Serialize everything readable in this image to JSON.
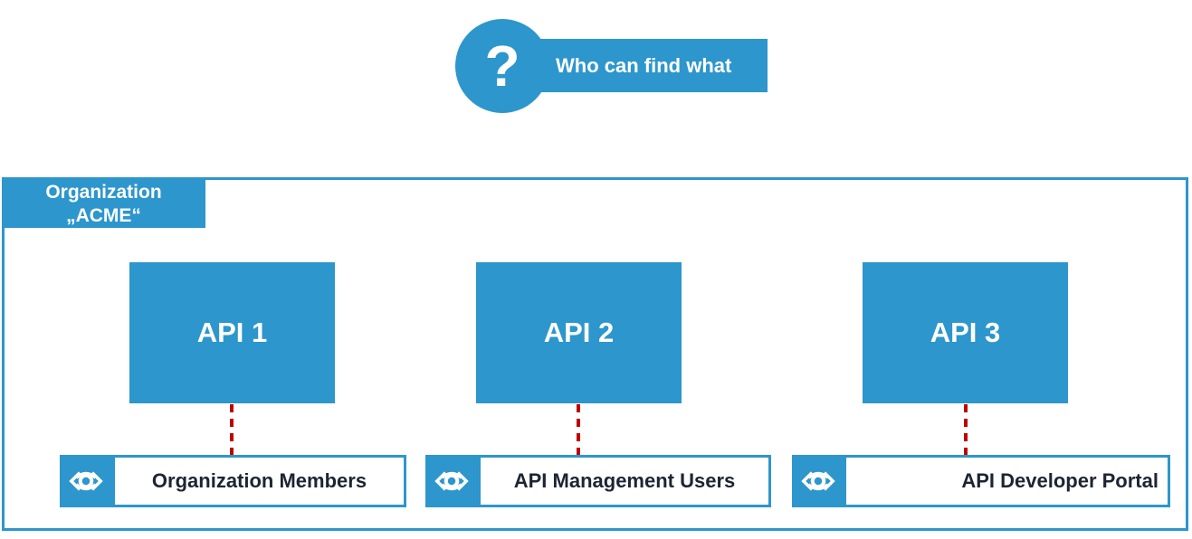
{
  "header": {
    "question_mark": "?",
    "title": "Who can find what"
  },
  "organization": {
    "name_line1": "Organization",
    "name_line2": "„ACME“"
  },
  "columns": [
    {
      "api": "API 1",
      "audience": "Organization Members"
    },
    {
      "api": "API 2",
      "audience": "API Management Users"
    },
    {
      "api": "API 3",
      "audience": "API Developer Portal"
    }
  ],
  "icons": {
    "audience_icon": "visibility-eye-icon",
    "header_icon": "question-mark-icon"
  },
  "colors": {
    "primary_blue": "#2D96CC",
    "connector_red": "#C00000",
    "audience_text": "#1D2533",
    "background": "#FFFFFF"
  }
}
